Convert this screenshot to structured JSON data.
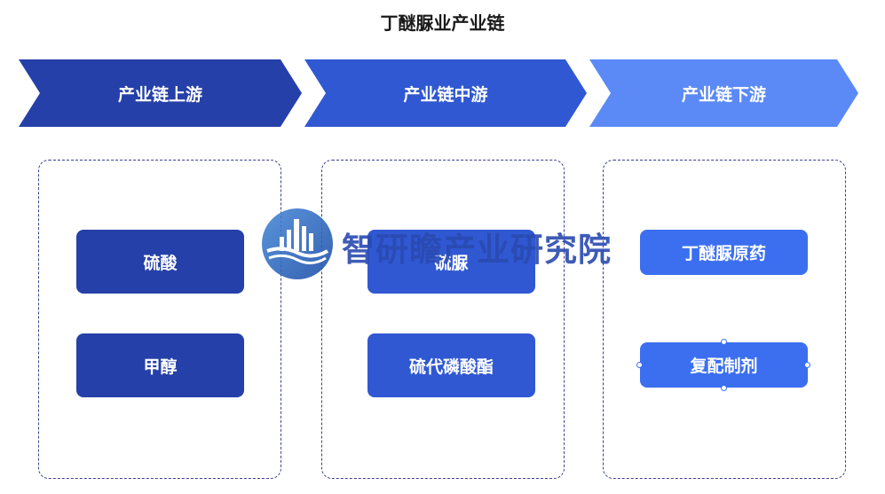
{
  "title": "丁醚脲业产业链",
  "stages": [
    {
      "label": "产业链上游",
      "items": [
        "硫酸",
        "甲醇"
      ]
    },
    {
      "label": "产业链中游",
      "items": [
        "硫脲",
        "硫代磷酸酯"
      ]
    },
    {
      "label": "产业链下游",
      "items": [
        "丁醚脲原药",
        "复配制剂"
      ]
    }
  ],
  "watermark": {
    "text": "智研瞻产业研究院"
  },
  "colors": {
    "upstream": "#2540a8",
    "midstream": "#3058d2",
    "downstream": "#3b6ff0",
    "downstream_chevron": "#5b8af7",
    "panel_border": "#3a3f8f"
  },
  "icons": [
    "building-logo-icon"
  ]
}
